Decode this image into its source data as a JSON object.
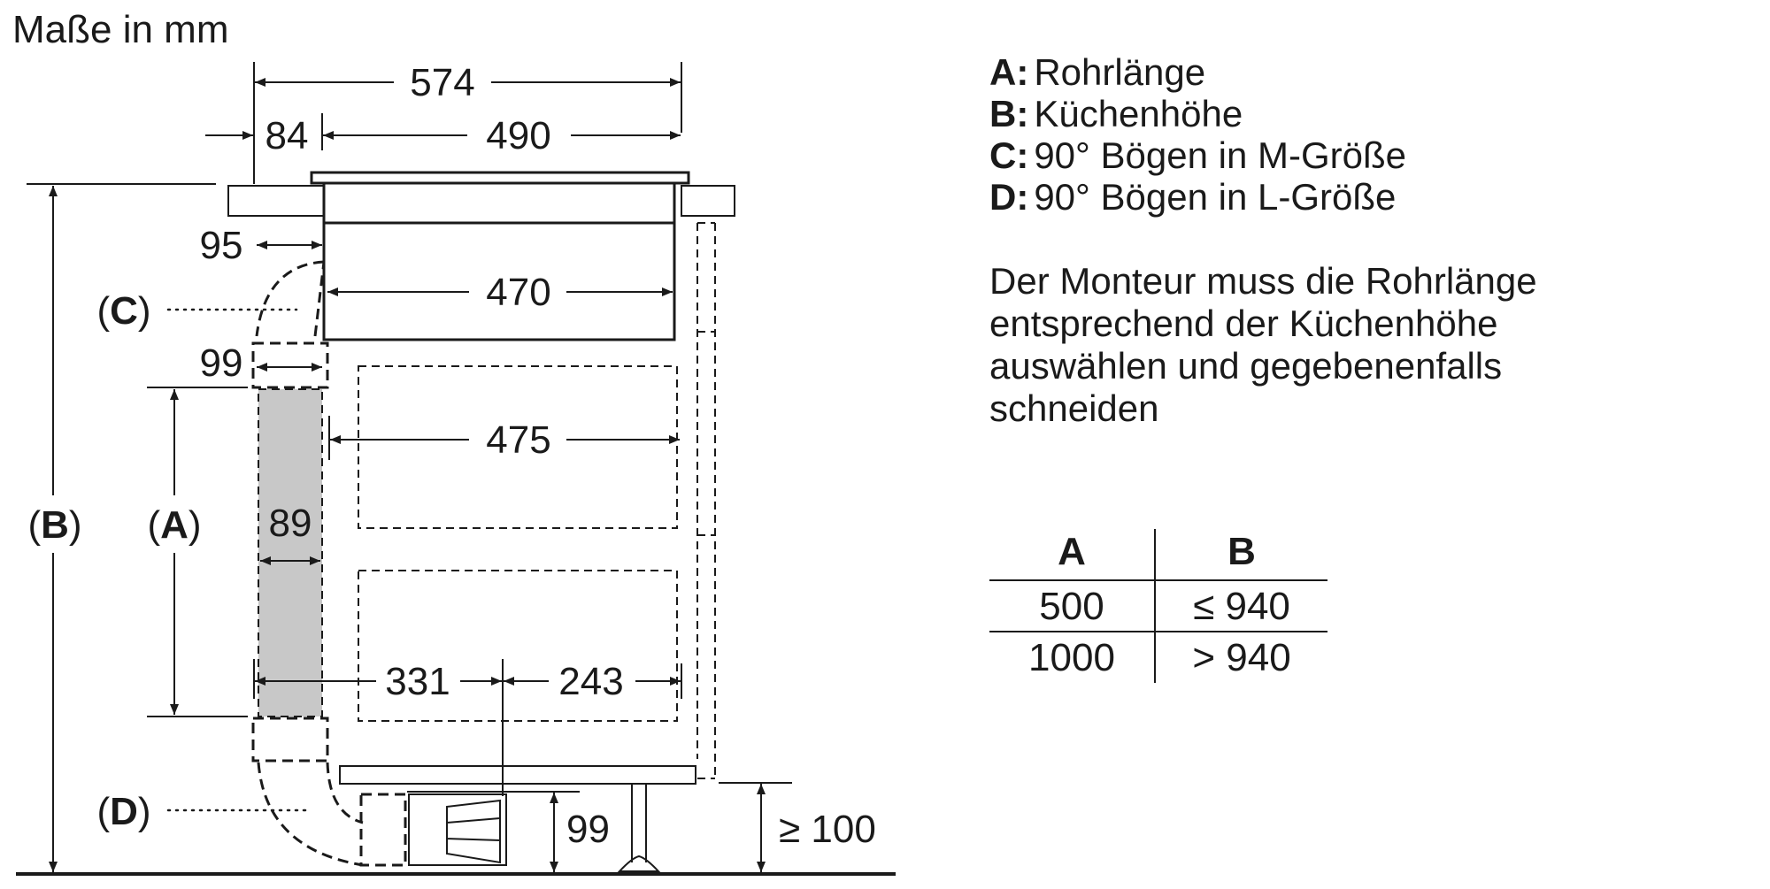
{
  "title": "Maße in mm",
  "dimensions": {
    "d574": "574",
    "d84": "84",
    "d490": "490",
    "d95": "95",
    "d470": "470",
    "d99a": "99",
    "d475": "475",
    "d89": "89",
    "d331": "331",
    "d243": "243",
    "d99b": "99",
    "d100": "≥ 100"
  },
  "labels": {
    "A": {
      "open": "(",
      "letter": "A",
      "close": ")"
    },
    "B": {
      "open": "(",
      "letter": "B",
      "close": ")"
    },
    "C": {
      "open": "(",
      "letter": "C",
      "close": ")"
    },
    "D": {
      "open": "(",
      "letter": "D",
      "close": ")"
    }
  },
  "legend": [
    {
      "key": "A:",
      "text": "Rohrlänge"
    },
    {
      "key": "B:",
      "text": "Küchenhöhe"
    },
    {
      "key": "C:",
      "text": "90° Bögen in M-Größe"
    },
    {
      "key": "D:",
      "text": "90° Bögen in L-Größe"
    }
  ],
  "description": [
    "Der Monteur muss die Rohrlänge",
    "entsprechend der Küchenhöhe",
    "auswählen und gegebenenfalls",
    "schneiden"
  ],
  "table": {
    "headers": [
      "A",
      "B"
    ],
    "rows": [
      [
        "500",
        "≤ 940"
      ],
      [
        "1000",
        "> 940"
      ]
    ]
  }
}
